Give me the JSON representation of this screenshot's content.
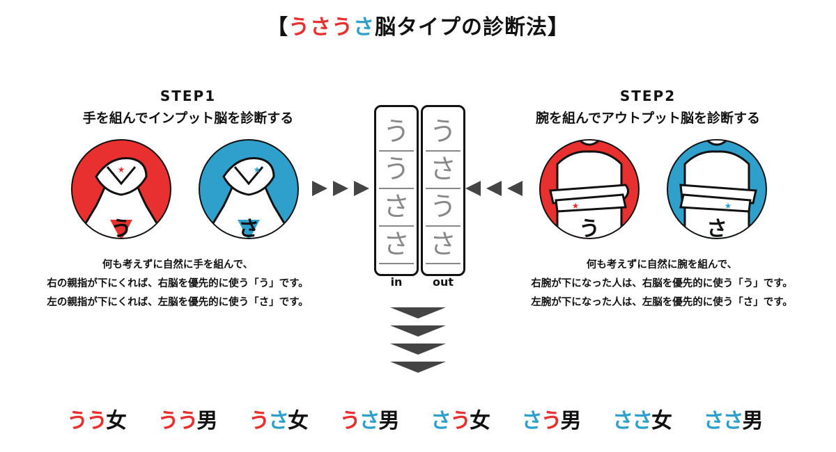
{
  "title": {
    "open": "【",
    "k1": "う",
    "k2": "さ",
    "k3": "う",
    "k4": "さ",
    "rest": "脳タイプの診断法",
    "close": "】"
  },
  "step1": {
    "label": "STEP1",
    "subtitle": "手を組んでインプット脳を診断する",
    "badge_red": "う",
    "badge_blue": "さ",
    "desc": [
      "何も考えずに自然に手を組んで、",
      "右の親指が下にくれば、右脳を優先的に使う「う」です。",
      "左の親指が下にくれば、左脳を優先的に使う「さ」です。"
    ]
  },
  "step2": {
    "label": "STEP2",
    "subtitle": "腕を組んでアウトプット脳を診断する",
    "badge_red": "う",
    "badge_blue": "さ",
    "desc": [
      "何も考えずに自然に腕を組んで、",
      "右腕が下になった人は、右脳を優先的に使う「う」です。",
      "左腕が下になった人は、左脳を優先的に使う「さ」です。"
    ]
  },
  "columns": {
    "in": {
      "caption": "in",
      "items": [
        "う",
        "う",
        "さ",
        "さ"
      ]
    },
    "out": {
      "caption": "out",
      "items": [
        "う",
        "さ",
        "う",
        "さ"
      ]
    }
  },
  "results": [
    {
      "a": "う",
      "b": "う",
      "g": "女",
      "ca": "#e8302f",
      "cb": "#e8302f"
    },
    {
      "a": "う",
      "b": "う",
      "g": "男",
      "ca": "#e8302f",
      "cb": "#e8302f"
    },
    {
      "a": "う",
      "b": "さ",
      "g": "女",
      "ca": "#e8302f",
      "cb": "#2f9fcb"
    },
    {
      "a": "う",
      "b": "さ",
      "g": "男",
      "ca": "#e8302f",
      "cb": "#2f9fcb"
    },
    {
      "a": "さ",
      "b": "う",
      "g": "女",
      "ca": "#2f9fcb",
      "cb": "#e8302f"
    },
    {
      "a": "さ",
      "b": "う",
      "g": "男",
      "ca": "#2f9fcb",
      "cb": "#e8302f"
    },
    {
      "a": "さ",
      "b": "さ",
      "g": "女",
      "ca": "#2f9fcb",
      "cb": "#2f9fcb"
    },
    {
      "a": "さ",
      "b": "さ",
      "g": "男",
      "ca": "#2f9fcb",
      "cb": "#2f9fcb"
    }
  ],
  "colors": {
    "red": "#e8302f",
    "blue": "#2f9fcb",
    "arrow": "#444444"
  }
}
